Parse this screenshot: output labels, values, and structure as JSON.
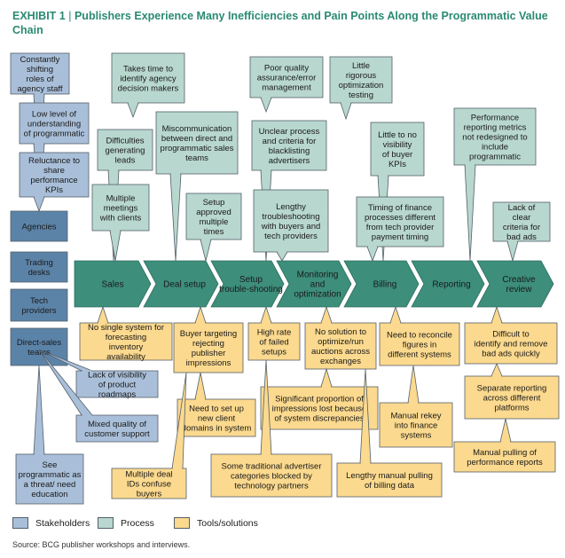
{
  "title": {
    "exhibit": "EXHIBIT 1",
    "separator": "|",
    "text": "Publishers Experience Many Inefficiencies and Pain Points Along the Programmatic Value Chain"
  },
  "colors": {
    "stakeholder_fill": "#a9bfd9",
    "stakeholder_dark": "#5b83a8",
    "process_fill": "#b8d7ce",
    "process_dark": "#3d8e7b",
    "tools_fill": "#fbd98e",
    "stroke": "#55606a"
  },
  "stakeholders": [
    "Agencies",
    "Trading desks",
    "Tech providers",
    "Direct-sales teams"
  ],
  "process_steps": [
    "Sales",
    "Deal setup",
    "Setup trouble-shooting",
    "Monitoring and optimization",
    "Billing",
    "Reporting",
    "Creative review"
  ],
  "stakeholder_pains": [
    "Constantly shifting roles of agency staff",
    "Low level of understanding of programmatic",
    "Reluctance to share performance KPIs",
    "Lack of visibility of product roadmaps",
    "Mixed quality of customer support",
    "See programmatic as a threat/ need education"
  ],
  "process_pains": [
    "Takes time to identify agency decision makers",
    "Difficulties generating leads",
    "Multiple meetings with clients",
    "Miscommunication between direct and programmatic sales teams",
    "Setup approved multiple times",
    "Poor quality assurance/error management",
    "Unclear process and criteria for blacklisting advertisers",
    "Lengthy troubleshooting with buyers and tech providers",
    "Little rigorous optimization testing",
    "Little to no visibility of buyer KPIs",
    "Timing of finance processes different from tech provider payment timing",
    "Performance reporting metrics not redesigned to include programmatic",
    "Lack of clear criteria for bad ads"
  ],
  "tool_pains": [
    "No single system for forecasting inventory availability",
    "Buyer targeting rejecting publisher impressions",
    "High rate of failed setups",
    "No solution to optimize/run auctions across exchanges",
    "Need to reconcile figures in different systems",
    "Difficult to identify and remove bad ads quickly",
    "Need to set up new client domains in system",
    "Significant proportion of impressions lost because of system discrepancies",
    "Separate reporting across different platforms",
    "Manual rekey into finance systems",
    "Multiple deal IDs confuse buyers",
    "Some traditional advertiser categories blocked by technology partners",
    "Lengthy manual pulling of billing data",
    "Manual pulling of performance reports"
  ],
  "legend": [
    "Stakeholders",
    "Process",
    "Tools/solutions"
  ],
  "source": "Source: BCG publisher workshops and interviews."
}
